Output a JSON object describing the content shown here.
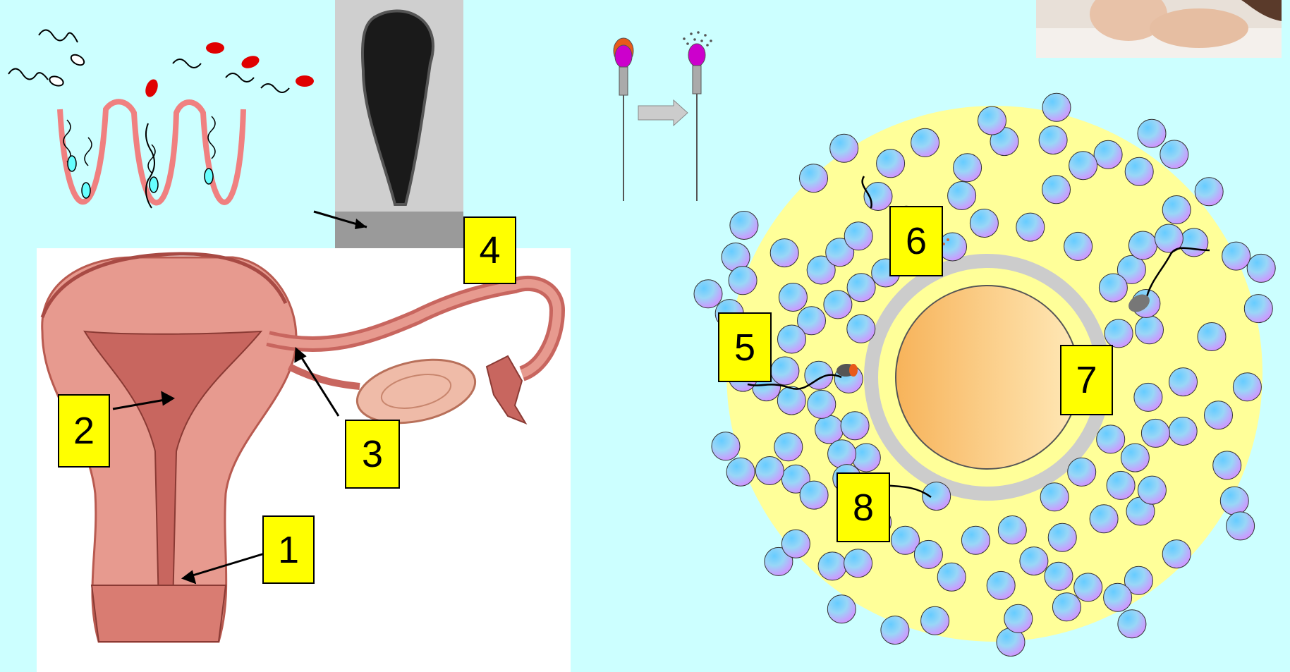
{
  "labels": {
    "l1": "1",
    "l2": "2",
    "l3": "3",
    "l4": "4",
    "l5": "5",
    "l6": "6",
    "l7": "7",
    "l8": "8"
  },
  "colors": {
    "background": "#ccffff",
    "label_fill": "#ffff00",
    "tissue": "#f08080",
    "zona": "#cccccc",
    "corona_cell": "#66ccff",
    "cumulus": "#ffff99",
    "egg": "#ffcc66",
    "acrosome_cap": "#cc00cc"
  },
  "icons": {
    "crypts": "cervical-crypts-icon",
    "micrograph": "sperm-micrograph-image",
    "reaction": "acrosome-reaction-icon",
    "baby": "baby-photo-image",
    "tract": "female-reproductive-tract-illustration",
    "fertilization": "oocyte-fertilization-illustration"
  }
}
